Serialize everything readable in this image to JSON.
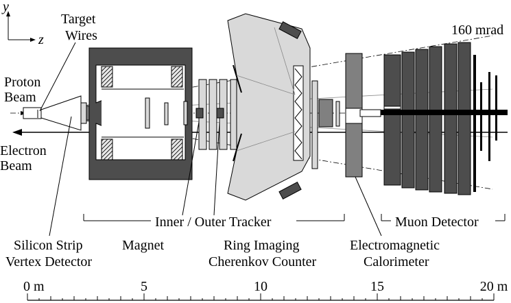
{
  "axes": {
    "y": "y",
    "z": "z"
  },
  "labels": {
    "target_wires_1": "Target",
    "target_wires_2": "Wires",
    "proton_1": "Proton",
    "proton_2": "Beam",
    "electron_1": "Electron",
    "electron_2": "Beam",
    "angle": "160 mrad",
    "tracker": "Inner / Outer Tracker",
    "muon": "Muon Detector",
    "silicon_1": "Silicon Strip",
    "silicon_2": "Vertex Detector",
    "magnet": "Magnet",
    "rich_1": "Ring Imaging",
    "rich_2": "Cherenkov Counter",
    "ecal_1": "Electromagnetic",
    "ecal_2": "Calorimeter"
  },
  "scale": {
    "ticks": [
      {
        "value": 0,
        "label": "0 m"
      },
      {
        "value": 5,
        "label": "5"
      },
      {
        "value": 10,
        "label": "10"
      },
      {
        "value": 15,
        "label": "15"
      },
      {
        "value": 20,
        "label": "20 m"
      }
    ],
    "max": 20
  }
}
